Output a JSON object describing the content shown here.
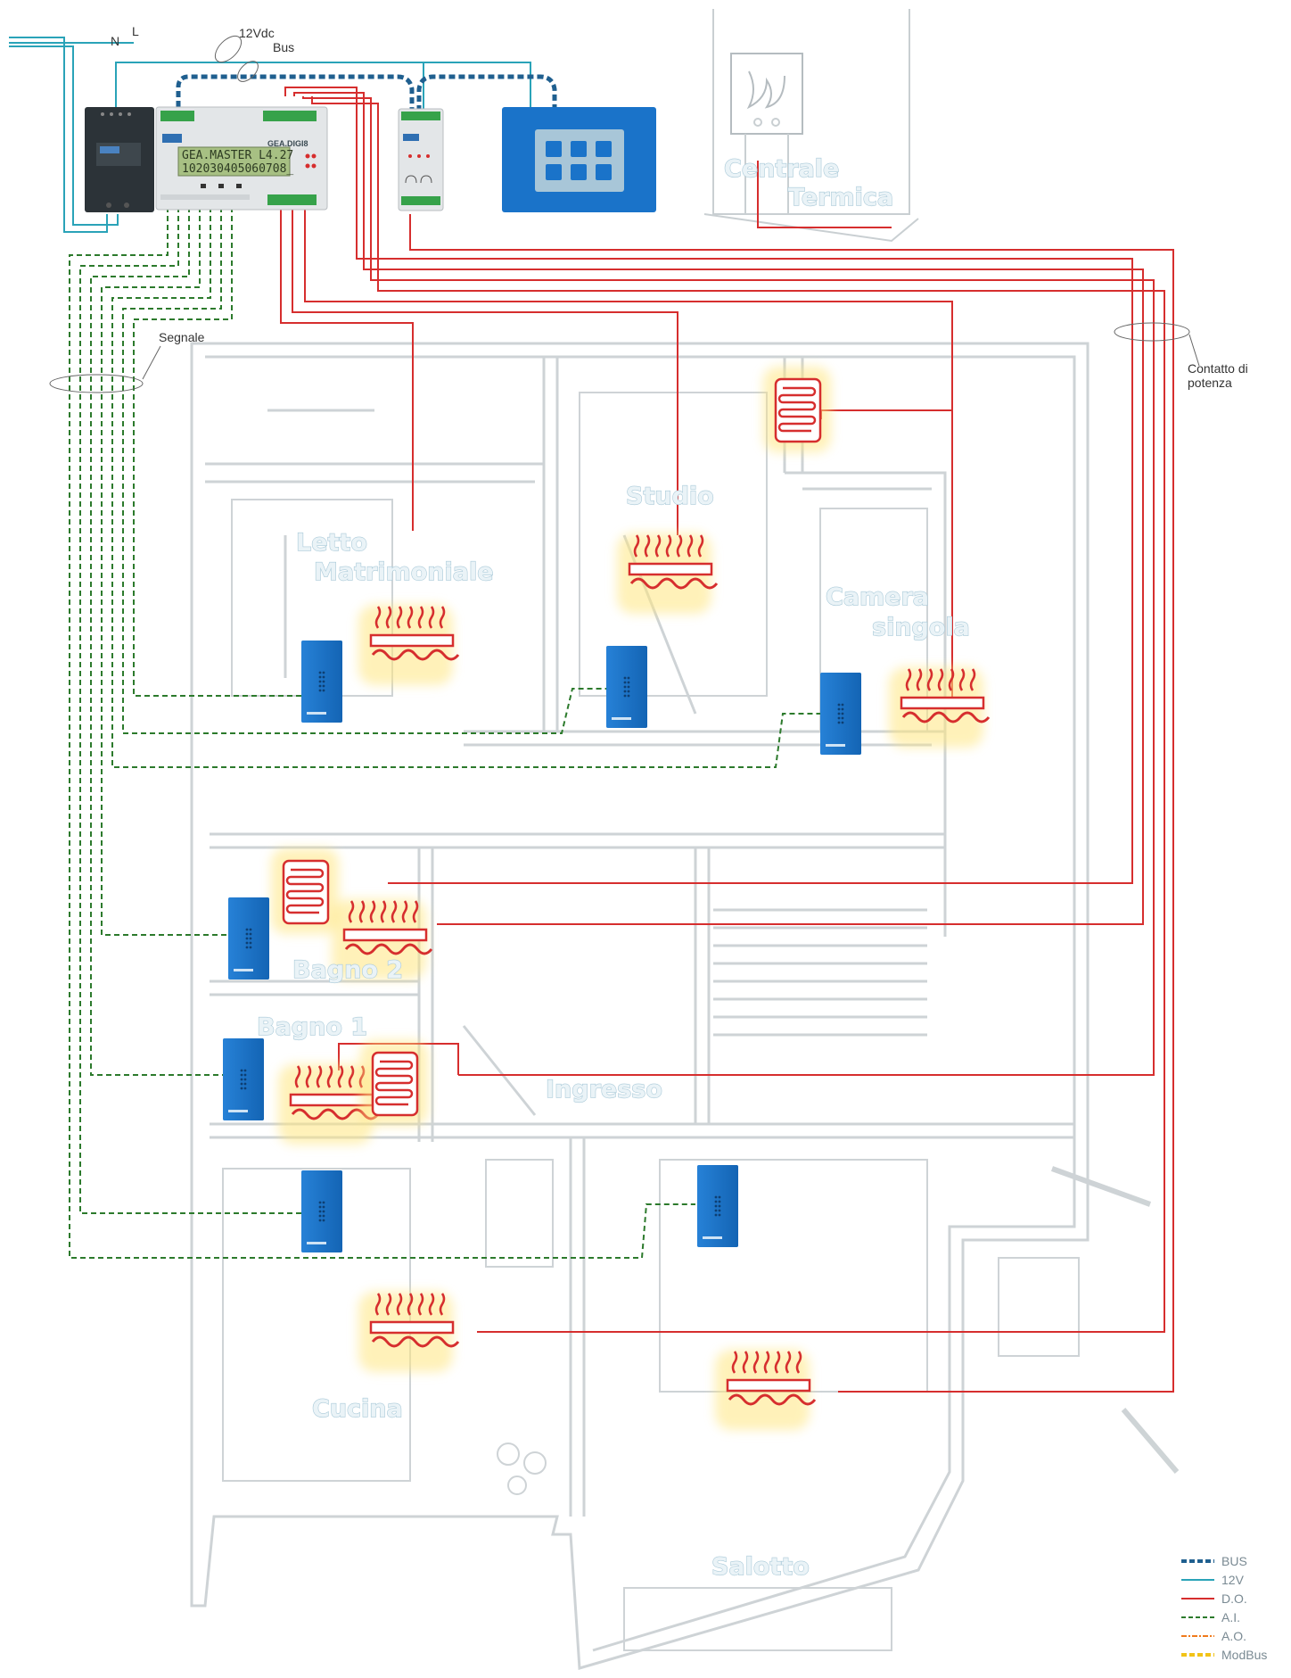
{
  "power": {
    "line_label": "L",
    "neutral_label": "N"
  },
  "bus": {
    "voltage_label": "12Vdc",
    "bus_label": "Bus"
  },
  "master": {
    "brand": "GEA.DIGI8",
    "lcd_line1": "GEA.MASTER L4.27",
    "lcd_line2": "102030405060708_"
  },
  "labels": {
    "central": [
      "Centrale",
      "Termica"
    ],
    "signal": "Segnale",
    "power_contact": [
      "Contatto di",
      "potenza"
    ]
  },
  "rooms": {
    "letto": [
      "Letto",
      "Matrimoniale"
    ],
    "studio": "Studio",
    "camera": [
      "Camera",
      "singola"
    ],
    "bagno2": "Bagno 2",
    "bagno1": "Bagno 1",
    "ingresso": "Ingresso",
    "cucina": "Cucina",
    "salotto": "Salotto"
  },
  "legend": [
    {
      "label": "BUS",
      "color": "#1f5f8f",
      "style": "bus"
    },
    {
      "label": "12V",
      "color": "#2aa3b8",
      "style": "solid"
    },
    {
      "label": "D.O.",
      "color": "#d62e2e",
      "style": "solid"
    },
    {
      "label": "A.I.",
      "color": "#2c7a2c",
      "style": "dashed"
    },
    {
      "label": "A.O.",
      "color": "#f07a1c",
      "style": "dashdot"
    },
    {
      "label": "ModBus",
      "color": "#f2c318",
      "style": "thick-dash"
    }
  ],
  "colors": {
    "bus": "#1f5f8f",
    "v12": "#2aa3b8",
    "do": "#d62e2e",
    "ai": "#2c7a2c",
    "sensor": "#1a73c9",
    "floorplan": "#c9cfd2"
  }
}
